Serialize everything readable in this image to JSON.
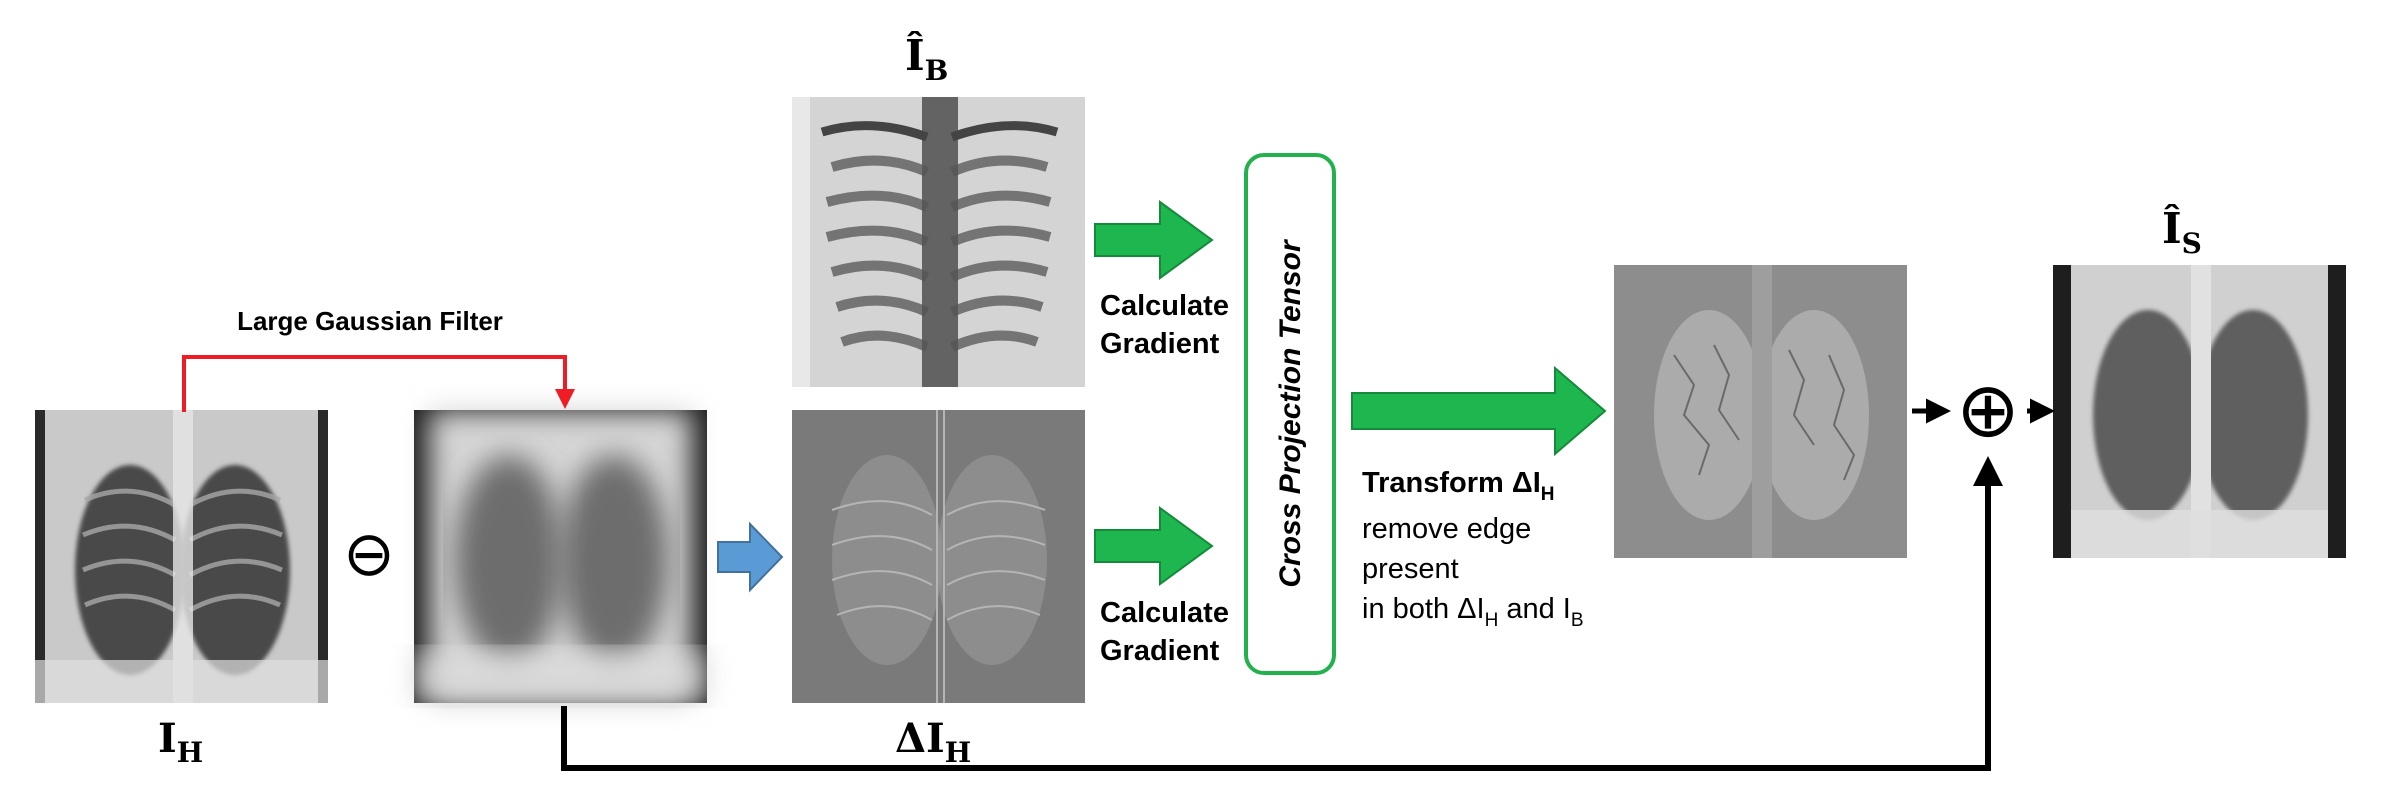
{
  "labels": {
    "filter": "Large Gaussian Filter",
    "ih_main": "I",
    "ih_sub": "H",
    "dih_main": "ΔI",
    "dih_sub": "H",
    "ib_main": "Î",
    "ib_sub": "B",
    "is_main": "Î",
    "is_sub": "S",
    "minus_op": "⊖",
    "plus_op": "⊕",
    "calc_gradient_line1": "Calculate",
    "calc_gradient_line2": "Gradient",
    "cpt": "Cross Projection Tensor",
    "transform_prefix": "Transform ΔI",
    "transform_sub": "H",
    "remove_edge": "remove edge",
    "present": "present",
    "in_both_prefix": "in both ΔI",
    "in_both_sub1": "H",
    "in_both_mid": " and I",
    "in_both_sub2": "B"
  },
  "images": {
    "input": "chest-xray-input",
    "blurred": "chest-xray-blurred",
    "bone": "chest-xray-bone",
    "high_freq": "chest-xray-highfreq",
    "transformed": "chest-xray-transformed",
    "soft_tissue": "chest-xray-softtissue"
  },
  "colors": {
    "red_arrow": "#ee1c25",
    "green_arrow": "#1db64f",
    "blue_arrow": "#5b9bd5",
    "cpt_border": "#22b14c",
    "black_line": "#000000"
  }
}
